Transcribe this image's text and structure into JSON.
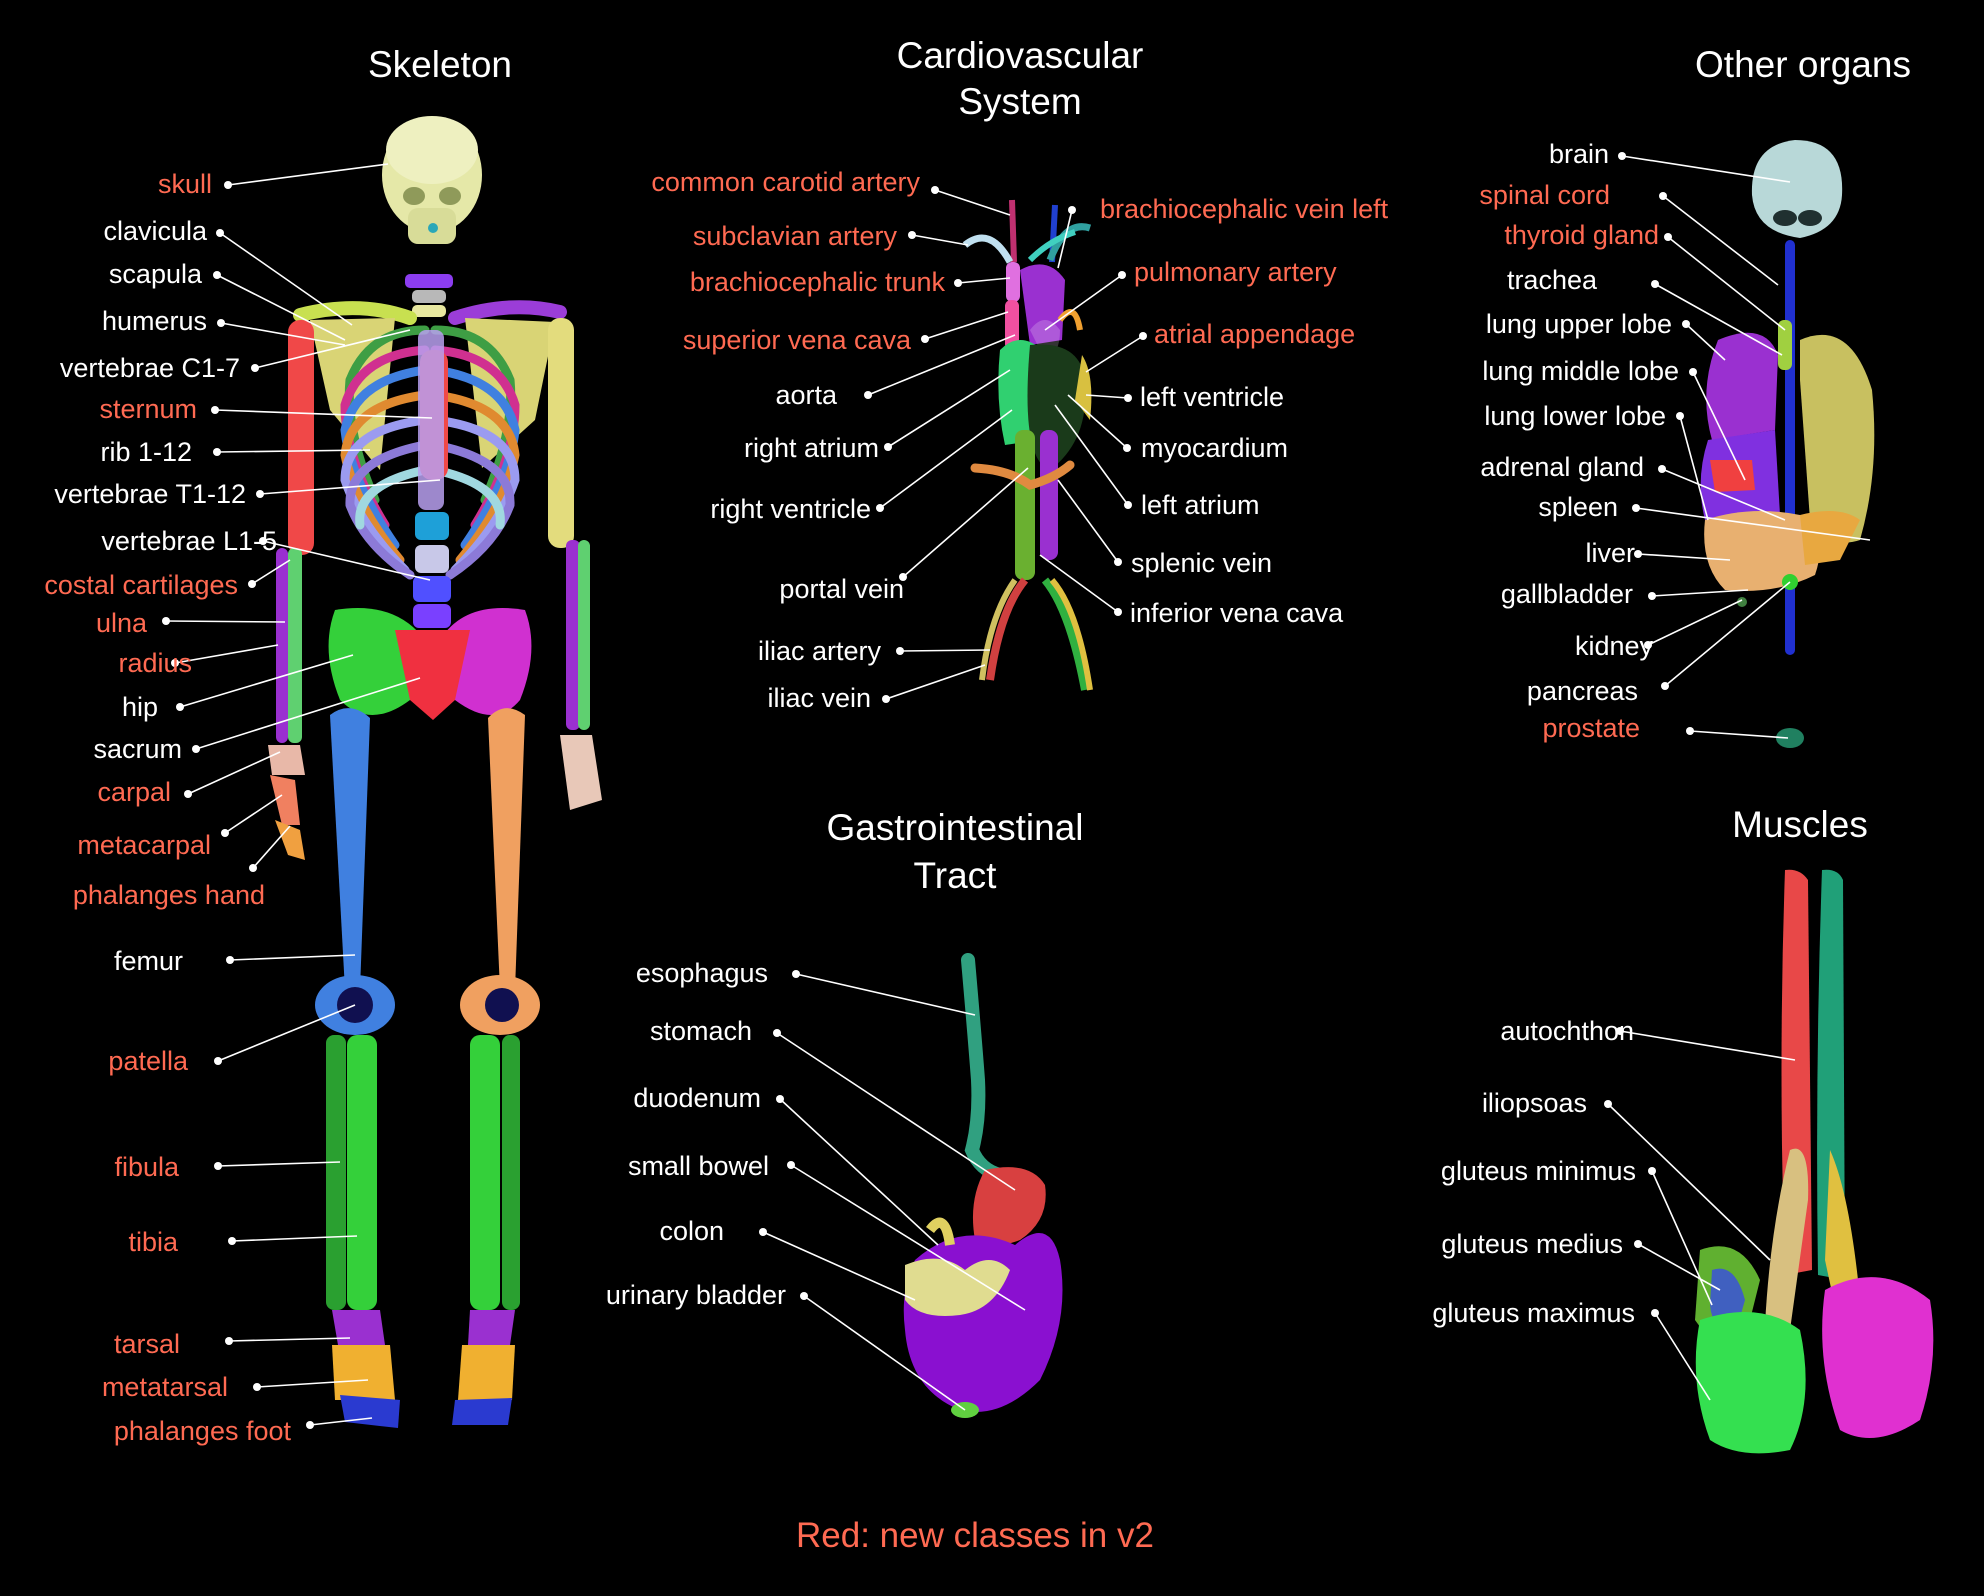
{
  "colors": {
    "new_class": "#ff6a52",
    "existing_class": "#ffffff",
    "background": "#000000"
  },
  "legend_note": "Red: new classes in v2",
  "panels": {
    "skeleton": {
      "title": "Skeleton",
      "labels": [
        {
          "text": "skull",
          "new": true
        },
        {
          "text": "clavicula",
          "new": false
        },
        {
          "text": "scapula",
          "new": false
        },
        {
          "text": "humerus",
          "new": false
        },
        {
          "text": "vertebrae C1-7",
          "new": false
        },
        {
          "text": "sternum",
          "new": true
        },
        {
          "text": "rib 1-12",
          "new": false
        },
        {
          "text": "vertebrae T1-12",
          "new": false
        },
        {
          "text": "vertebrae L1-5",
          "new": false
        },
        {
          "text": "costal cartilages",
          "new": true
        },
        {
          "text": "ulna",
          "new": true
        },
        {
          "text": "radius",
          "new": true
        },
        {
          "text": "hip",
          "new": false
        },
        {
          "text": "sacrum",
          "new": false
        },
        {
          "text": "carpal",
          "new": true
        },
        {
          "text": "metacarpal",
          "new": true
        },
        {
          "text": "phalanges hand",
          "new": true
        },
        {
          "text": "femur",
          "new": false
        },
        {
          "text": "patella",
          "new": true
        },
        {
          "text": "fibula",
          "new": true
        },
        {
          "text": "tibia",
          "new": true
        },
        {
          "text": "tarsal",
          "new": true
        },
        {
          "text": "metatarsal",
          "new": true
        },
        {
          "text": "phalanges foot",
          "new": true
        }
      ]
    },
    "cardiovascular": {
      "title_line1": "Cardiovascular",
      "title_line2": "System",
      "labels": [
        {
          "text": "common carotid artery",
          "new": true
        },
        {
          "text": "subclavian artery",
          "new": true
        },
        {
          "text": "brachiocephalic trunk",
          "new": true
        },
        {
          "text": "superior vena cava",
          "new": true
        },
        {
          "text": "aorta",
          "new": false
        },
        {
          "text": "right atrium",
          "new": false
        },
        {
          "text": "right ventricle",
          "new": false
        },
        {
          "text": "portal vein",
          "new": false
        },
        {
          "text": "iliac artery",
          "new": false
        },
        {
          "text": "iliac vein",
          "new": false
        },
        {
          "text": "brachiocephalic vein left",
          "new": true
        },
        {
          "text": "pulmonary artery",
          "new": true
        },
        {
          "text": "atrial appendage",
          "new": true
        },
        {
          "text": "left ventricle",
          "new": false
        },
        {
          "text": "myocardium",
          "new": false
        },
        {
          "text": "left atrium",
          "new": false
        },
        {
          "text": "splenic vein",
          "new": false
        },
        {
          "text": "inferior vena cava",
          "new": false
        }
      ]
    },
    "other_organs": {
      "title": "Other organs",
      "labels": [
        {
          "text": "brain",
          "new": false
        },
        {
          "text": "spinal cord",
          "new": true
        },
        {
          "text": "thyroid gland",
          "new": true
        },
        {
          "text": "trachea",
          "new": false
        },
        {
          "text": "lung upper lobe",
          "new": false
        },
        {
          "text": "lung middle lobe",
          "new": false
        },
        {
          "text": "lung lower lobe",
          "new": false
        },
        {
          "text": "adrenal gland",
          "new": false
        },
        {
          "text": "spleen",
          "new": false
        },
        {
          "text": "liver",
          "new": false
        },
        {
          "text": "gallbladder",
          "new": false
        },
        {
          "text": "kidney",
          "new": false
        },
        {
          "text": "pancreas",
          "new": false
        },
        {
          "text": "prostate",
          "new": true
        }
      ]
    },
    "gastrointestinal": {
      "title_line1": "Gastrointestinal",
      "title_line2": "Tract",
      "labels": [
        {
          "text": "esophagus",
          "new": false
        },
        {
          "text": "stomach",
          "new": false
        },
        {
          "text": "duodenum",
          "new": false
        },
        {
          "text": "small bowel",
          "new": false
        },
        {
          "text": "colon",
          "new": false
        },
        {
          "text": "urinary bladder",
          "new": false
        }
      ]
    },
    "muscles": {
      "title": "Muscles",
      "labels": [
        {
          "text": "autochthon",
          "new": false
        },
        {
          "text": "iliopsoas",
          "new": false
        },
        {
          "text": "gluteus minimus",
          "new": false
        },
        {
          "text": "gluteus medius",
          "new": false
        },
        {
          "text": "gluteus maximus",
          "new": false
        }
      ]
    }
  }
}
